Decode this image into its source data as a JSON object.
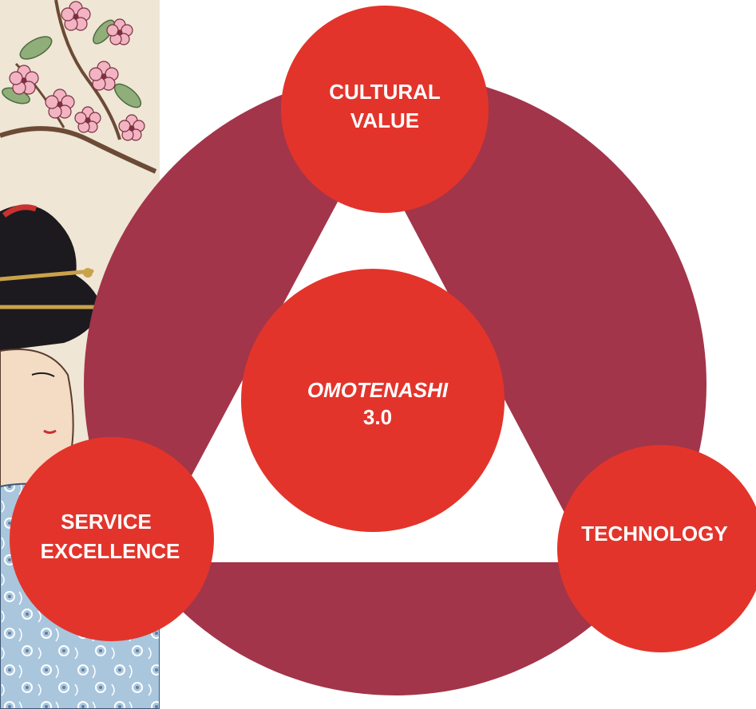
{
  "diagram": {
    "center": {
      "line1": "OMOTENASHI",
      "line2": "3.0"
    },
    "nodes": {
      "top": {
        "line1": "CULTURAL",
        "line2": "VALUE"
      },
      "left": {
        "line1": "SERVICE",
        "line2": "EXCELLENCE"
      },
      "right": {
        "line1": "TECHNOLOGY"
      }
    }
  },
  "colors": {
    "ring": "#a2354a",
    "node": "#e3342b",
    "label": "#ffffff",
    "kimono": "#a9c6dd",
    "blossom": "#f2b3c2",
    "hair": "#1c1a1e",
    "skin": "#f3dcc3",
    "paper": "#efe6d5"
  },
  "illustration": {
    "subject": "woodblock-style geisha with cherry blossoms"
  }
}
